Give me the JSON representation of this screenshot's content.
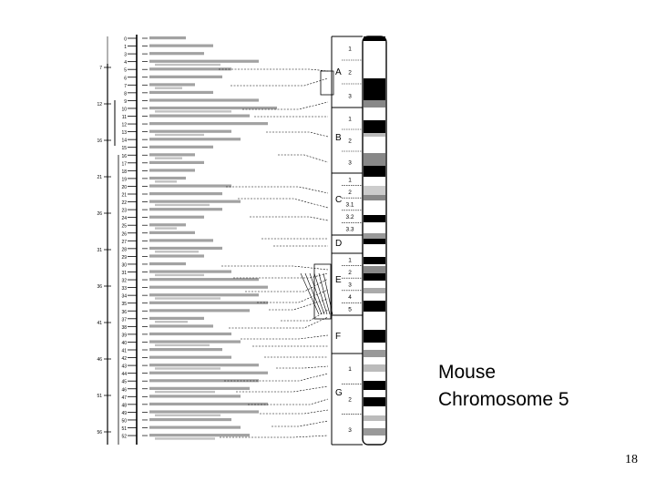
{
  "slide": {
    "title_line1": "Mouse",
    "title_line2": "Chromosome 5",
    "page_number": "18"
  },
  "ideogram": {
    "regions": [
      "A",
      "B",
      "C",
      "D",
      "E",
      "F",
      "G"
    ],
    "bands": {
      "A": [
        "1",
        "2",
        "3"
      ],
      "B": [
        "1",
        "2",
        "3"
      ],
      "C": [
        "1",
        "2",
        "3.1",
        "3.2",
        "3.3"
      ],
      "D": [],
      "E": [
        "1",
        "2",
        "3",
        "4",
        "5"
      ],
      "F": [],
      "G": [
        "1",
        "2",
        "3"
      ]
    }
  },
  "linkage_map": {
    "cm_positions": [
      "0",
      "1",
      "3",
      "4",
      "5",
      "6",
      "7",
      "8",
      "9",
      "10",
      "11",
      "12",
      "13",
      "14",
      "15",
      "16",
      "17",
      "18",
      "19",
      "20",
      "21",
      "22",
      "23",
      "24",
      "25",
      "26",
      "27",
      "28",
      "29",
      "30",
      "31",
      "32",
      "33",
      "34",
      "35",
      "36",
      "37",
      "38",
      "39",
      "40",
      "41",
      "42",
      "43",
      "44",
      "45",
      "46",
      "47",
      "48",
      "49",
      "50",
      "51",
      "52"
    ],
    "left_marks": [
      "7",
      "12",
      "16",
      "21",
      "26",
      "31",
      "36",
      "41",
      "46",
      "51",
      "56"
    ]
  }
}
